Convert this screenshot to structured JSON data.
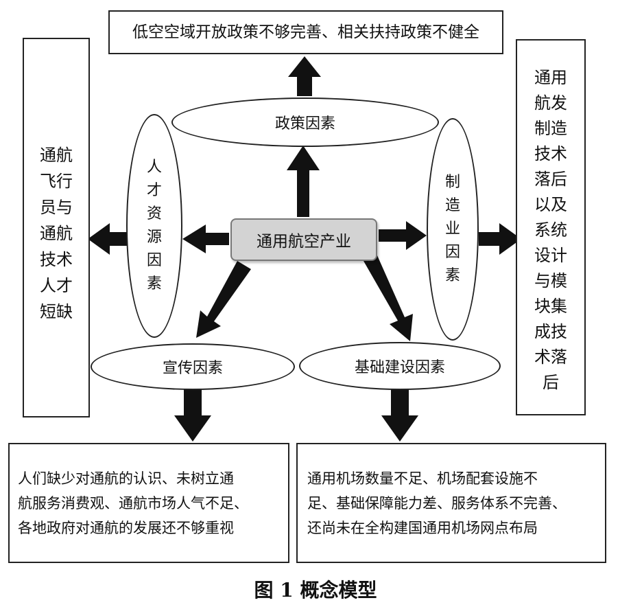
{
  "top_box": {
    "text": "低空空域开放政策不够完善、相关扶持政策不健全"
  },
  "left_box": {
    "lines": [
      "通航",
      "飞行",
      "员与",
      "通航",
      "技术",
      "人才",
      "短缺"
    ]
  },
  "right_box": {
    "lines": [
      "通用",
      "航发",
      "制造",
      "技术",
      "落后",
      "以及",
      "系统",
      "设计",
      "与模",
      "块集",
      "成技",
      "术落",
      "后"
    ]
  },
  "center": {
    "text": "通用航空产业"
  },
  "policy": {
    "text": "政策因素"
  },
  "talent": {
    "chars": [
      "人",
      "才",
      "资",
      "源",
      "因",
      "素"
    ]
  },
  "manufacturing": {
    "chars": [
      "制",
      "造",
      "业",
      "因",
      "素"
    ]
  },
  "publicity": {
    "text": "宣传因素"
  },
  "infrastructure": {
    "text": "基础建设因素"
  },
  "bottom_left_box": {
    "lines": [
      "人们缺少对通航的认识、未树立通",
      "航服务消费观、通航市场人气不足、",
      "各地政府对通航的发展还不够重视"
    ]
  },
  "bottom_right_box": {
    "lines": [
      "通用机场数量不足、机场配套设施不",
      "足、基础保障能力差、服务体系不完善、",
      "还尚未在全构建国通用机场网点布局"
    ]
  },
  "caption": {
    "text": "图 1  概念模型"
  }
}
